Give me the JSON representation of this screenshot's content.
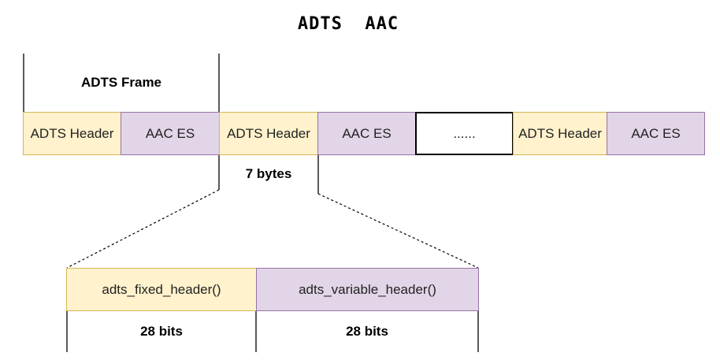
{
  "title": "ADTS  AAC",
  "frame_label": "ADTS Frame",
  "stream": [
    {
      "kind": "header",
      "label": "ADTS Header"
    },
    {
      "kind": "es",
      "label": "AAC ES"
    },
    {
      "kind": "header",
      "label": "ADTS Header"
    },
    {
      "kind": "es",
      "label": "AAC ES"
    },
    {
      "kind": "ellipsis",
      "label": "......"
    },
    {
      "kind": "header",
      "label": "ADTS Header"
    },
    {
      "kind": "es",
      "label": "AAC ES"
    }
  ],
  "header_size_label": "7 bytes",
  "header_parts": [
    {
      "label": "adts_fixed_header()",
      "size": "28 bits"
    },
    {
      "label": "adts_variable_header()",
      "size": "28 bits"
    }
  ],
  "colors": {
    "header_fill": "#fff2cc",
    "es_fill": "#e1d5e7"
  }
}
